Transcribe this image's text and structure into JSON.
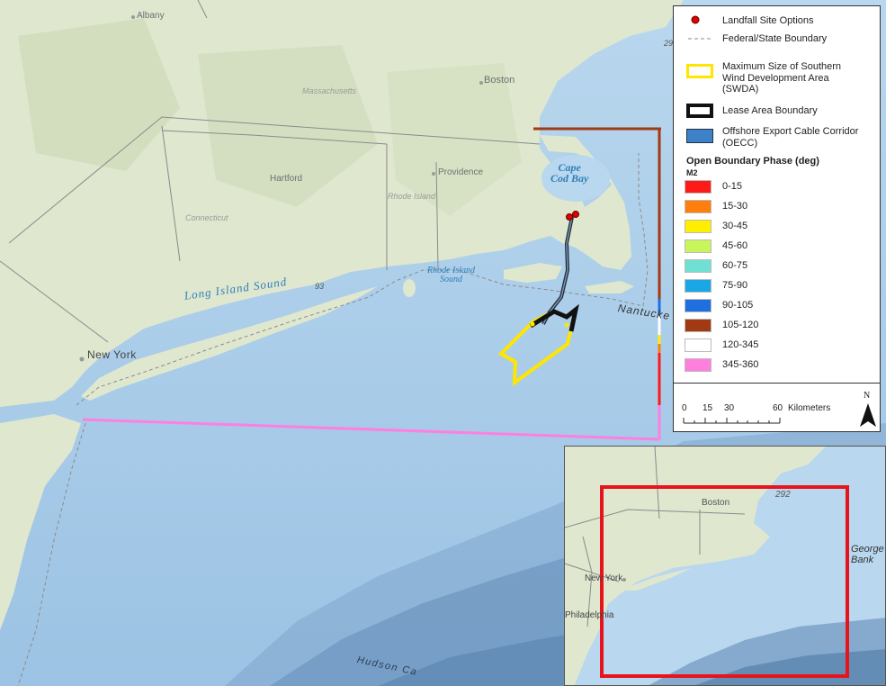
{
  "map": {
    "labels": {
      "albany": "Albany",
      "boston": "Boston",
      "massachusetts": "Massachusetts",
      "hartford": "Hartford",
      "providence": "Providence",
      "rhode_island": "Rhode Island",
      "connecticut": "Connecticut",
      "new_york": "New York",
      "cape_cod_bay": "Cape\nCod Bay",
      "long_island_sound": "Long Island Sound",
      "rhode_island_sound": "Rhode Island\nSound",
      "nantucket": "Nantucke",
      "hudson": "Hudson Ca",
      "route_93": "93",
      "route_29": "29"
    }
  },
  "legend": {
    "items": [
      {
        "label": "Landfall Site Options",
        "symbol": "red-dot"
      },
      {
        "label": "Federal/State Boundary",
        "symbol": "dashed-line"
      },
      {
        "label": "Maximum Size of Southern Wind Development Area (SWDA)",
        "symbol": "yellow-outline-box"
      },
      {
        "label": "Lease Area Boundary",
        "symbol": "black-outline-box"
      },
      {
        "label": "Offshore Export Cable Corridor (OECC)",
        "symbol": "blue-filled-box"
      }
    ],
    "phase_title": "Open Boundary Phase (deg)",
    "phase_subtitle": "M2",
    "phases": [
      {
        "label": "0-15",
        "color": "#ff1a1a"
      },
      {
        "label": "15-30",
        "color": "#ff7f0e"
      },
      {
        "label": "30-45",
        "color": "#ffee00"
      },
      {
        "label": "45-60",
        "color": "#c8f55a"
      },
      {
        "label": "60-75",
        "color": "#6fe0d2"
      },
      {
        "label": "75-90",
        "color": "#1aa7e6"
      },
      {
        "label": "90-105",
        "color": "#1f6fe0"
      },
      {
        "label": "105-120",
        "color": "#a13a12"
      },
      {
        "label": "120-345",
        "color": "#ffffff"
      },
      {
        "label": "345-360",
        "color": "#ff7fdf"
      }
    ],
    "scale": {
      "ticks": [
        "0",
        "15",
        "30",
        "60"
      ],
      "unit": "Kilometers",
      "north": "N"
    }
  },
  "inset": {
    "labels": {
      "boston": "Boston",
      "route_292": "292",
      "georges_bank": "George\nBank",
      "new_york": "New York",
      "philadelphia": "Philadelphia"
    },
    "extent_color": "#e8141b"
  }
}
